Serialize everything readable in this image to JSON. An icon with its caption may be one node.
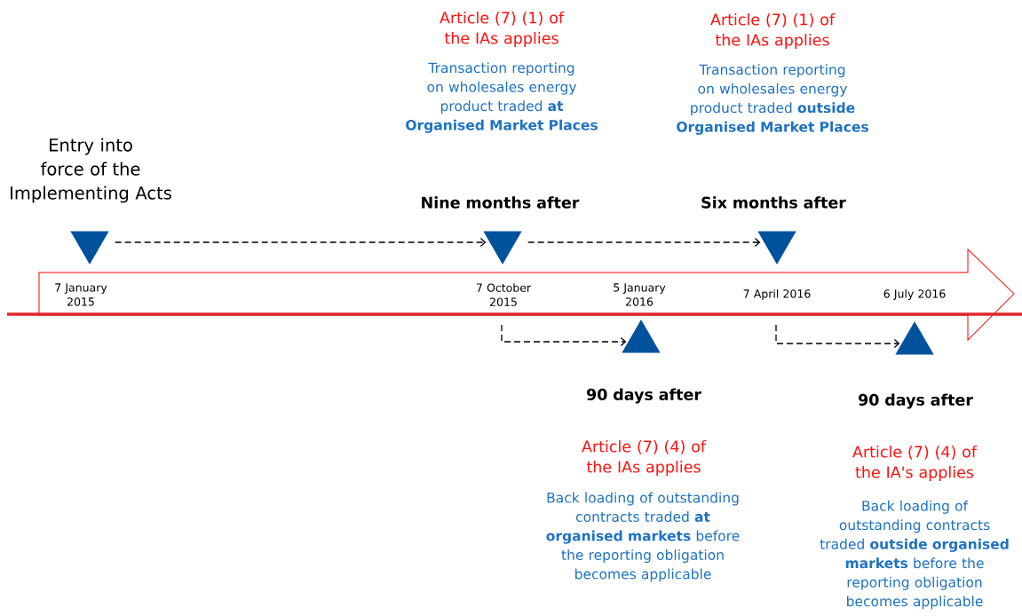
{
  "diagram": {
    "nodes": [
      {
        "text": [],
        "shape": "triangle",
        "beside": [
          "Entry into force of the Implementing Acts"
        ]
      },
      {
        "text": [],
        "shape": "triangle",
        "beside": [
          "Nine months after",
          "Article (7) (1) of the IAs applies",
          "Transaction reporting on wholesales energy product traded **at** **Organised Market Places**"
        ]
      },
      {
        "text": [],
        "shape": "triangle",
        "beside": [
          "Six months after",
          "Article (7) (1) of the IAs applies",
          "Transaction reporting on wholesales energy product traded **outside** **Organised Market Places**"
        ]
      },
      {
        "text": [],
        "shape": "triangle",
        "beside": [
          "90 days after",
          "Article (7) (4) of the IAs applies",
          "Back loading of outstanding contracts traded **at** **organised markets** before the reporting obligation becomes applicable"
        ]
      },
      {
        "text": [],
        "shape": "triangle",
        "beside": [
          "90 days after",
          "Article (7) (4) of the IA's applies",
          "Back loading of outstanding contracts traded **outside** **organised markets** before the reporting obligation becomes applicable"
        ]
      }
    ],
    "edges": [
      {
        "from": 0,
        "to": 1,
        "arrow": "to"
      },
      {
        "from": 1,
        "to": 2,
        "arrow": "to"
      },
      {
        "from": null,
        "to": 3,
        "arrow": "to"
      },
      {
        "from": null,
        "to": 4,
        "arrow": "to"
      }
    ],
    "labels": [
      "7 January 2015",
      "7 October 2015",
      "5 January 2016",
      "7 April 2016",
      "6 July 2016"
    ]
  }
}
